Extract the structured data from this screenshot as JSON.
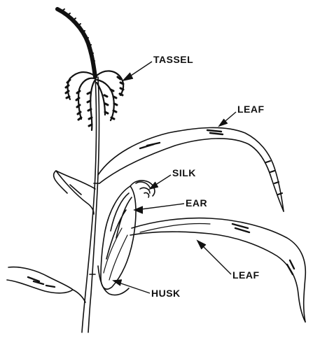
{
  "diagram": {
    "labels": {
      "tassel": "TASSEL",
      "leaf_top": "LEAF",
      "silk": "SILK",
      "ear": "EAR",
      "leaf_bottom": "LEAF",
      "husk": "HUSK"
    },
    "colors": {
      "ink": "#111111",
      "background": "#ffffff"
    }
  }
}
